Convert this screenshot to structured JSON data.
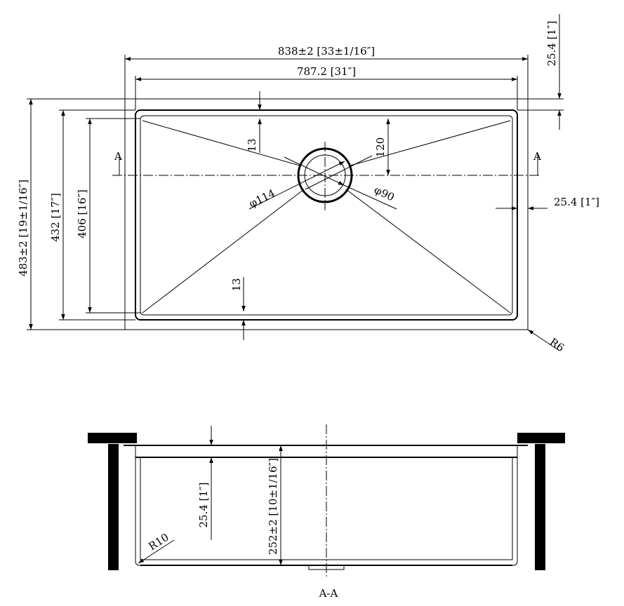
{
  "plan_view": {
    "overall_length": "838±2 [33±1/16″]",
    "inner_length": "787.2 [31″]",
    "flange_top": "25.4 [1″]",
    "overall_width": "483±2 [19±1/16″]",
    "width_432": "432 [17″]",
    "width_406": "406 [16″]",
    "top_offset": "13",
    "drain_offset": "120",
    "bottom_offset": "13",
    "flange_right": "25.4 [1″]",
    "drain_outer": "φ114",
    "drain_inner": "φ90",
    "section_mark_left": "A",
    "section_mark_right": "A",
    "corner_radius": "R6"
  },
  "section_view": {
    "rim_depth": "25.4 [1″]",
    "depth": "252±2 [10±1/16″]",
    "bottom_radius": "R10",
    "label": "A-A"
  }
}
